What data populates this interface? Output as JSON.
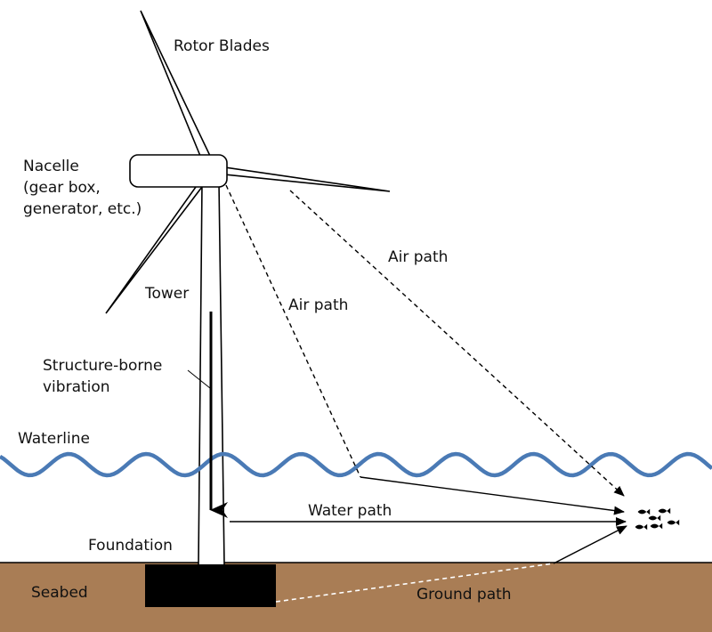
{
  "labels": {
    "rotor_blades": "Rotor Blades",
    "nacelle_line1": "Nacelle",
    "nacelle_line2": "(gear box,",
    "nacelle_line3": "generator, etc.)",
    "tower": "Tower",
    "structure_borne_line1": "Structure-borne",
    "structure_borne_line2": "vibration",
    "waterline": "Waterline",
    "air_path_upper": "Air path",
    "air_path_lower": "Air path",
    "water_path": "Water path",
    "foundation": "Foundation",
    "seabed": "Seabed",
    "ground_path": "Ground path"
  },
  "colors": {
    "water": "#4a7ab5",
    "seabed": "#a97d55",
    "foundation": "#000000",
    "line": "#000000"
  },
  "icons": {
    "fish": "fish-icon"
  }
}
